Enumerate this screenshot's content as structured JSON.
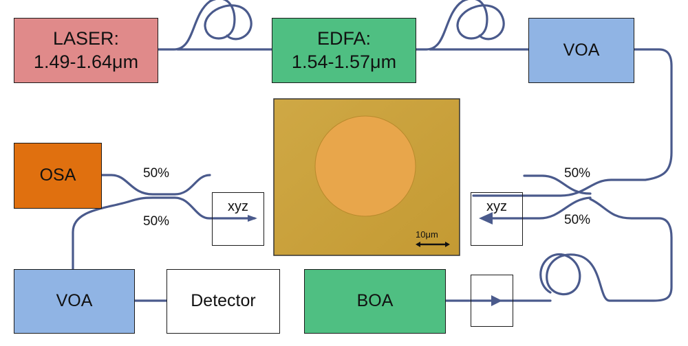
{
  "colors": {
    "fiber": "#4a5a8c",
    "laser": "#e08a8a",
    "edfa": "#4fbf82",
    "voa": "#90b4e4",
    "osa": "#e0700f",
    "boa": "#4fbf82",
    "detector": "#ffffff",
    "micrograph_bg": "#c9a53e",
    "micrograph_disk": "#e8a64b"
  },
  "blocks": {
    "laser": {
      "line1": "LASER:",
      "line2": "1.49-1.64μm"
    },
    "edfa": {
      "line1": "EDFA:",
      "line2": "1.54-1.57μm"
    },
    "voa_top": {
      "label": "VOA"
    },
    "osa": {
      "label": "OSA"
    },
    "voa_bottom": {
      "label": "VOA"
    },
    "detector": {
      "label": "Detector"
    },
    "boa": {
      "label": "BOA"
    }
  },
  "stages": {
    "left": "xyz",
    "right": "xyz"
  },
  "couplers": {
    "left_top": "50%",
    "left_bottom": "50%",
    "right_top": "50%",
    "right_bottom": "50%"
  },
  "micrograph": {
    "scale_bar": "10μm"
  },
  "icons": [
    "fiber-coil-icon",
    "arrow-left-icon",
    "arrow-right-icon",
    "isolator-icon"
  ]
}
